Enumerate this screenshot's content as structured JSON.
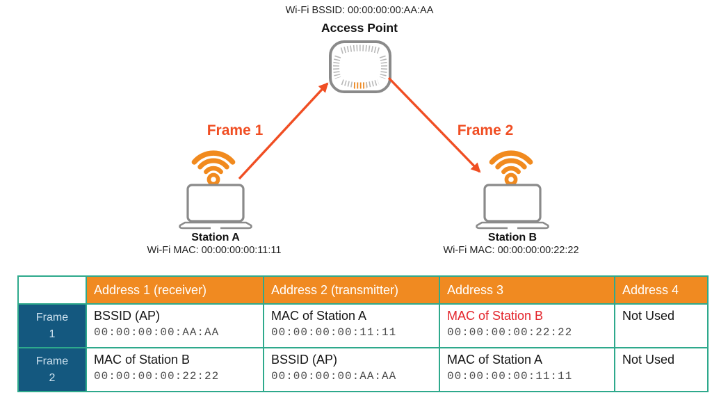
{
  "diagram": {
    "ap_bssid": "Wi-Fi BSSID: 00:00:00:00:AA:AA",
    "ap_title": "Access Point",
    "frame1_label": "Frame 1",
    "frame2_label": "Frame 2",
    "station_a_name": "Station A",
    "station_a_mac": "Wi-Fi MAC: 00:00:00:00:11:11",
    "station_b_name": "Station B",
    "station_b_mac": "Wi-Fi MAC: 00:00:00:00:22:22"
  },
  "table": {
    "headers": [
      "",
      "Address 1 (receiver)",
      "Address 2 (transmitter)",
      "Address 3",
      "Address 4"
    ],
    "rows": [
      {
        "frame_word": "Frame",
        "frame_num": "1",
        "cells": [
          {
            "label": "BSSID (AP)",
            "mac": "00:00:00:00:AA:AA"
          },
          {
            "label": "MAC of Station A",
            "mac": "00:00:00:00:11:11"
          },
          {
            "label": "MAC of Station B",
            "mac": "00:00:00:00:22:22"
          },
          {
            "label": "Not Used",
            "mac": ""
          }
        ]
      },
      {
        "frame_word": "Frame",
        "frame_num": "2",
        "cells": [
          {
            "label": "MAC of Station B",
            "mac": "00:00:00:00:22:22"
          },
          {
            "label": "BSSID (AP)",
            "mac": "00:00:00:00:AA:AA"
          },
          {
            "label": "MAC of Station A",
            "mac": "00:00:00:00:11:11"
          },
          {
            "label": "Not Used",
            "mac": ""
          }
        ]
      }
    ]
  },
  "colors": {
    "header_orange": "#F08A21",
    "row_header_navy": "#14587F",
    "table_border_teal": "#2EA98C",
    "highlight_red": "#E3242B",
    "arrow_orange_red": "#F04E23",
    "wifi_orange": "#F18A1E",
    "device_gray": "#8A8A8A"
  }
}
